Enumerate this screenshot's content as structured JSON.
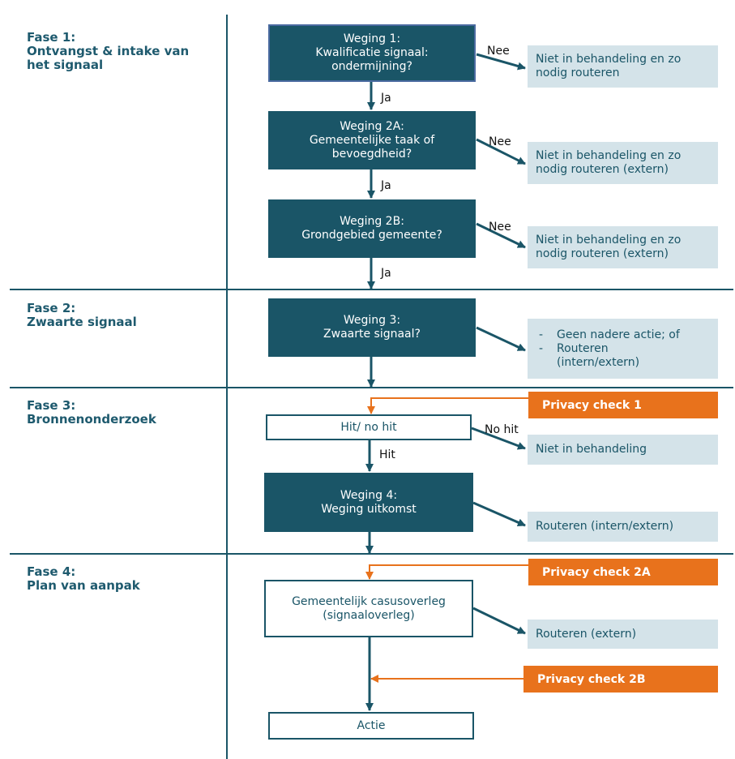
{
  "phases": [
    {
      "lines": [
        "Fase 1:",
        "Ontvangst & intake van",
        "het signaal"
      ]
    },
    {
      "lines": [
        "Fase 2:",
        "Zwaarte signaal"
      ]
    },
    {
      "lines": [
        "Fase 3:",
        "Bronnenonderzoek"
      ]
    },
    {
      "lines": [
        "Fase 4:",
        "Plan van aanpak"
      ]
    }
  ],
  "decisions": {
    "weging1": [
      "Weging 1:",
      "Kwalificatie signaal:",
      "ondermijning?"
    ],
    "weging2a": [
      "Weging 2A:",
      "Gemeentelijke taak of",
      "bevoegdheid?"
    ],
    "weging2b": [
      "Weging 2B:",
      "Grondgebied gemeente?"
    ],
    "weging3": [
      "Weging 3:",
      "Zwaarte signaal?"
    ],
    "hit": [
      "Hit/ no hit"
    ],
    "weging4": [
      "Weging 4:",
      "Weging uitkomst"
    ],
    "casusoverleg": [
      "Gemeentelijk casusoverleg",
      "(signaaloverleg)"
    ],
    "actie": [
      "Actie"
    ]
  },
  "outcomes": {
    "o1": [
      "Niet in behandeling en zo",
      "nodig routeren"
    ],
    "o2a": [
      "Niet in behandeling en zo",
      "nodig routeren (extern)"
    ],
    "o2b": [
      "Niet in behandeling en zo",
      "nodig routeren (extern)"
    ],
    "o3": {
      "item1": "Geen nadere actie; of",
      "item2_lines": [
        "Routeren",
        "(intern/extern)"
      ]
    },
    "o_nohit": [
      "Niet in behandeling"
    ],
    "o4": [
      "Routeren (intern/extern)"
    ],
    "o_casus": [
      "Routeren (extern)"
    ]
  },
  "privacy_checks": {
    "pc1": "Privacy check 1",
    "pc2a": "Privacy check 2A",
    "pc2b": "Privacy check 2B"
  },
  "edge_labels": {
    "nee1": "Nee",
    "nee2": "Nee",
    "nee3": "Nee",
    "ja1": "Ja",
    "ja2": "Ja",
    "ja3": "Ja",
    "nohit": "No hit",
    "hit": "Hit"
  },
  "colors": {
    "dark_teal": "#1a5567",
    "light_blue": "#d4e3e9",
    "orange": "#e8721c",
    "phase_text": "#1e5a6e"
  }
}
